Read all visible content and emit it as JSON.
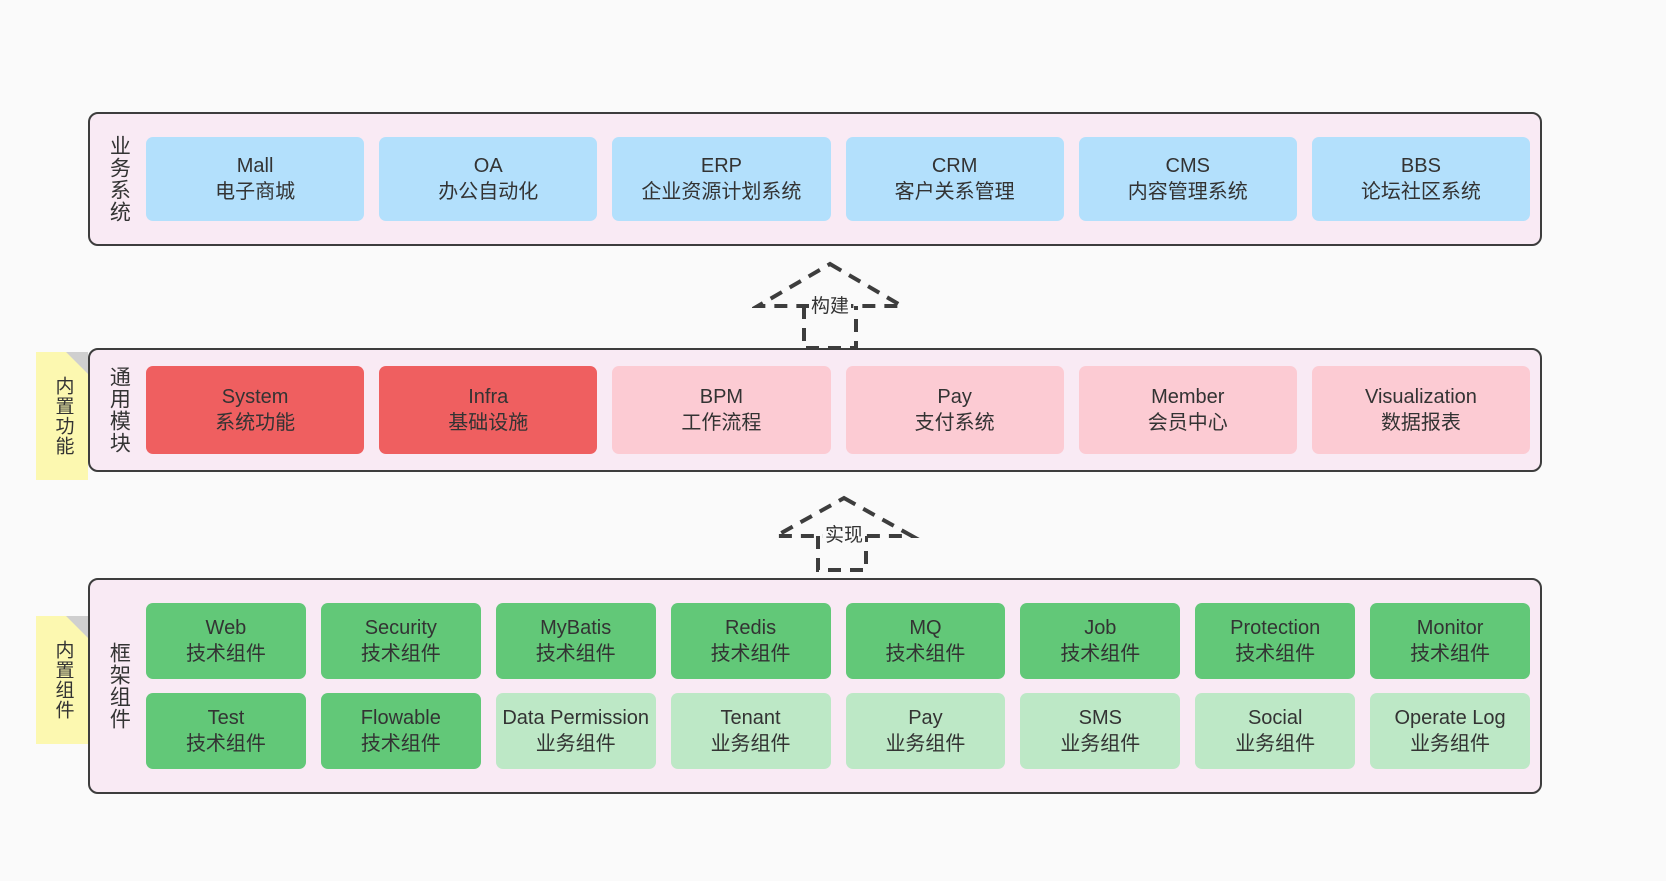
{
  "diagram": {
    "background": "#fafafa",
    "layers": [
      {
        "id": "business-systems",
        "title": "业务系统",
        "card_style": "biz",
        "rows": [
          [
            {
              "en": "Mall",
              "cn": "电子商城"
            },
            {
              "en": "OA",
              "cn": "办公自动化"
            },
            {
              "en": "ERP",
              "cn": "企业资源计划系统"
            },
            {
              "en": "CRM",
              "cn": "客户关系管理"
            },
            {
              "en": "CMS",
              "cn": "内容管理系统"
            },
            {
              "en": "BBS",
              "cn": "论坛社区系统"
            }
          ]
        ]
      },
      {
        "id": "common-modules",
        "title": "通用模块",
        "sticky": "内置功能",
        "rows": [
          [
            {
              "en": "System",
              "cn": "系统功能",
              "style": "mod-hot"
            },
            {
              "en": "Infra",
              "cn": "基础设施",
              "style": "mod-hot"
            },
            {
              "en": "BPM",
              "cn": "工作流程",
              "style": "mod"
            },
            {
              "en": "Pay",
              "cn": "支付系统",
              "style": "mod"
            },
            {
              "en": "Member",
              "cn": "会员中心",
              "style": "mod"
            },
            {
              "en": "Visualization",
              "cn": "数据报表",
              "style": "mod"
            }
          ]
        ]
      },
      {
        "id": "framework-components",
        "title": "框架组件",
        "sticky": "内置组件",
        "rows": [
          [
            {
              "en": "Web",
              "cn": "技术组件",
              "style": "tech"
            },
            {
              "en": "Security",
              "cn": "技术组件",
              "style": "tech"
            },
            {
              "en": "MyBatis",
              "cn": "技术组件",
              "style": "tech"
            },
            {
              "en": "Redis",
              "cn": "技术组件",
              "style": "tech"
            },
            {
              "en": "MQ",
              "cn": "技术组件",
              "style": "tech"
            },
            {
              "en": "Job",
              "cn": "技术组件",
              "style": "tech"
            },
            {
              "en": "Protection",
              "cn": "技术组件",
              "style": "tech"
            },
            {
              "en": "Monitor",
              "cn": "技术组件",
              "style": "tech"
            }
          ],
          [
            {
              "en": "Test",
              "cn": "技术组件",
              "style": "tech"
            },
            {
              "en": "Flowable",
              "cn": "技术组件",
              "style": "tech"
            },
            {
              "en": "Data Permission",
              "cn": "业务组件",
              "style": "biz-comp"
            },
            {
              "en": "Tenant",
              "cn": "业务组件",
              "style": "biz-comp"
            },
            {
              "en": "Pay",
              "cn": "业务组件",
              "style": "biz-comp"
            },
            {
              "en": "SMS",
              "cn": "业务组件",
              "style": "biz-comp"
            },
            {
              "en": "Social",
              "cn": "业务组件",
              "style": "biz-comp"
            },
            {
              "en": "Operate Log",
              "cn": "业务组件",
              "style": "biz-comp"
            }
          ]
        ]
      }
    ],
    "connectors": [
      {
        "id": "build",
        "label": "构建"
      },
      {
        "id": "implement",
        "label": "实现"
      }
    ],
    "colors": {
      "container_fill": "#f9eaf4",
      "container_border": "#3d3d3d",
      "business_card": "#b3e0fc",
      "module_highlight": "#ef5f60",
      "module_card": "#fccbd3",
      "tech_card": "#62c878",
      "business_component_card": "#bde8c6",
      "sticky_note": "#fcf8b0",
      "connector": "#3d3d3d"
    }
  }
}
